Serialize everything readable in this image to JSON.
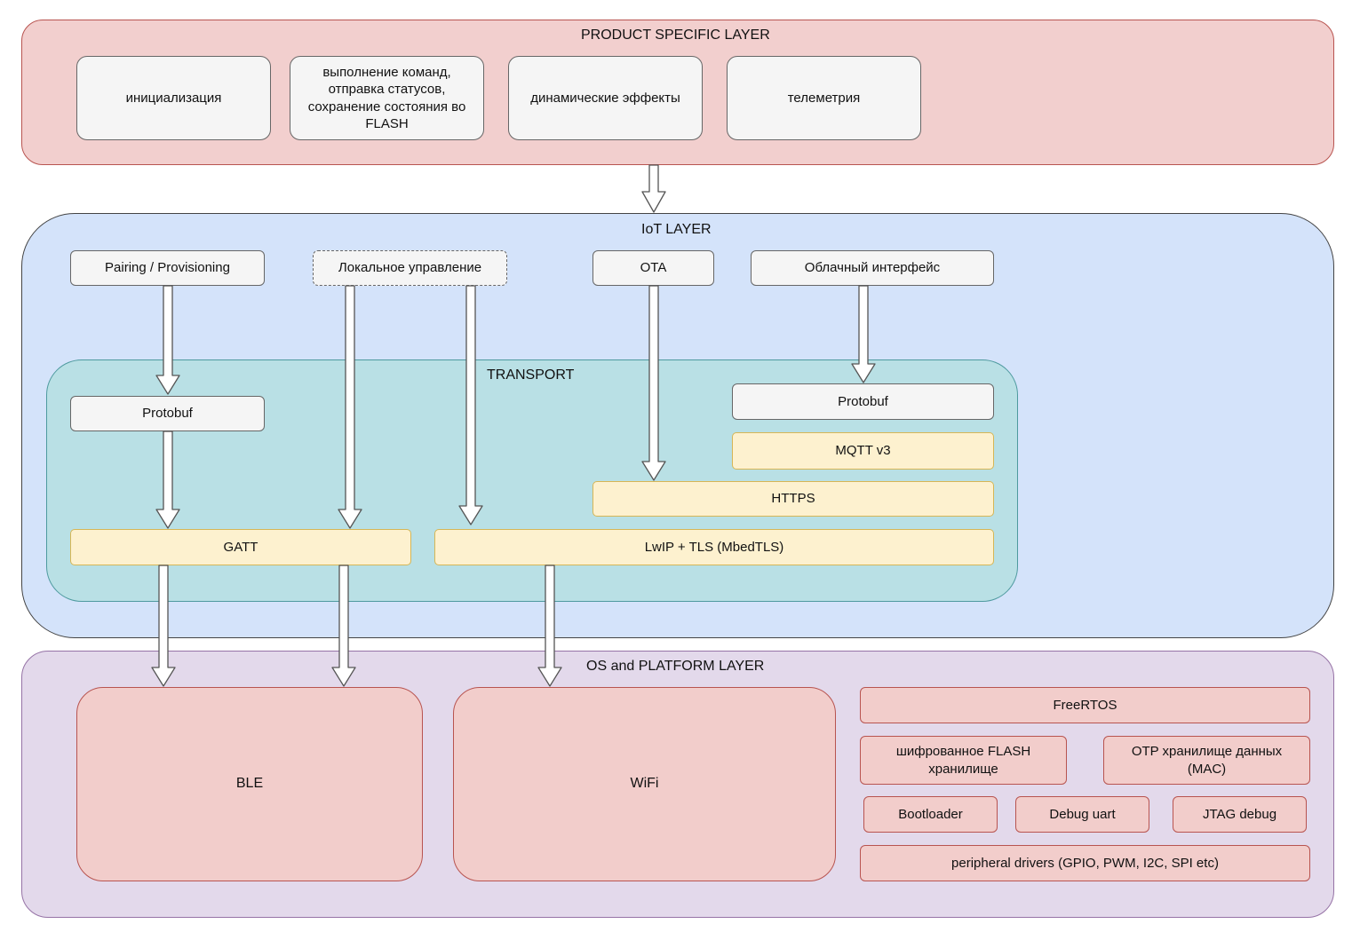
{
  "product_layer": {
    "title": "PRODUCT SPECIFIC LAYER",
    "boxes": [
      "инициализация",
      "выполнение команд, отправка статусов, сохранение состояния во FLASH",
      "динамические эффекты",
      "телеметрия"
    ]
  },
  "iot_layer": {
    "title": "IoT LAYER",
    "top_boxes": [
      "Pairing / Provisioning",
      "Локальное управление",
      "OTA",
      "Облачный интерфейс"
    ]
  },
  "transport": {
    "title": "TRANSPORT",
    "protobuf_left": "Protobuf",
    "protobuf_right": "Protobuf",
    "mqtt": "MQTT v3",
    "https": "HTTPS",
    "gatt": "GATT",
    "lwip": "LwIP + TLS (MbedTLS)"
  },
  "os_layer": {
    "title": "OS and PLATFORM LAYER",
    "ble": "BLE",
    "wifi": "WiFi",
    "freertos": "FreeRTOS",
    "encrypted_flash": "шифрованное FLASH хранилище",
    "otp": "OTP хранилище данных (MAC)",
    "bootloader": "Bootloader",
    "debug_uart": "Debug uart",
    "jtag": "JTAG debug",
    "peripheral": "peripheral drivers (GPIO, PWM, I2C, SPI etc)"
  },
  "colors": {
    "product_bg": "#f2cfce",
    "iot_bg": "#d4e3fa",
    "transport_bg": "#b9e0e5",
    "os_bg": "#e3d9eb"
  }
}
